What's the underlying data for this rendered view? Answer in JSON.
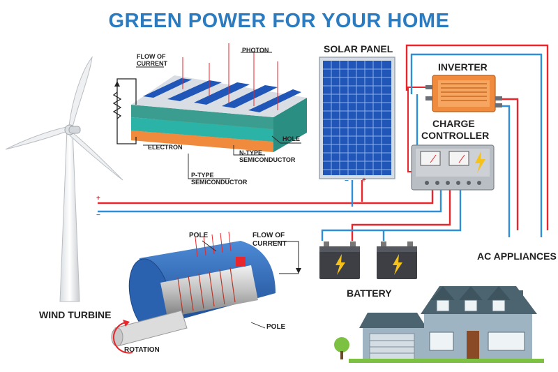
{
  "title": "GREEN POWER FOR YOUR HOME",
  "labels": {
    "flow_of_current_cell": [
      "FLOW OF",
      "CURRENT"
    ],
    "photon": "PHOTON",
    "electron": "ELECTRON",
    "hole": "HOLE",
    "n_type": [
      "N-TYPE",
      "SEMICONDUCTOR"
    ],
    "p_type": [
      "P-TYPE",
      "SEMICONDUCTOR"
    ],
    "solar_panel": "SOLAR PANEL",
    "inverter": "INVERTER",
    "charge_controller": [
      "CHARGE",
      "CONTROLLER"
    ],
    "wind_turbine": "WIND TURBINE",
    "pole_top": "POLE",
    "flow_of_current_gen": [
      "FLOW OF",
      "CURRENT"
    ],
    "pole_bottom": "POLE",
    "rotation": "ROTATION",
    "battery": "BATTERY",
    "ac_appliances": "AC APPLIANCES"
  },
  "symbols": {
    "plus": "+",
    "minus": "−",
    "panel_minus": "−",
    "panel_plus": "+"
  },
  "colors": {
    "title_blue": "#2a7bc0",
    "wire_red": "#e8262b",
    "wire_blue": "#2f8fd6",
    "panel_blue": "#1f56b8",
    "inverter_orange": "#f08a3c",
    "controller_gray": "#b9bec4",
    "battery_dark": "#3d3f45",
    "bolt_yellow": "#f5c21b",
    "generator_blue": "#2f6fbf",
    "house_gray": "#9fb4c2",
    "roof_dark": "#4c6470",
    "tree_green": "#7cc142"
  }
}
